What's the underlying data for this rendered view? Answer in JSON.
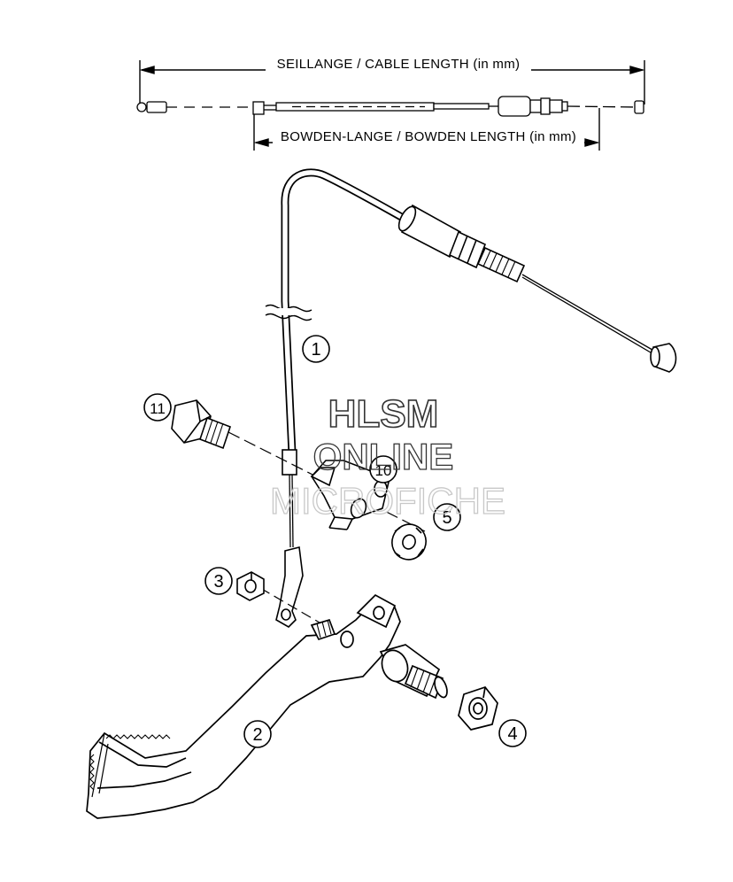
{
  "dimensions": {
    "cable_length": "SEILLANGE / CABLE LENGTH (in mm)",
    "bowden_length": "BOWDEN-LANGE / BOWDEN LENGTH (in mm)"
  },
  "callouts": {
    "c1": "1",
    "c2": "2",
    "c3": "3",
    "c4": "4",
    "c5": "5",
    "c10": "10",
    "c11": "11"
  },
  "watermark": {
    "line1": "HLSM",
    "line2": "ONLINE",
    "line3": "MICROFICHE"
  },
  "colors": {
    "ink": "#000000",
    "paper": "#ffffff",
    "watermark_fill": "#ffffff",
    "watermark_stroke": "#333333",
    "watermark_faint": "#c8c8c8"
  }
}
